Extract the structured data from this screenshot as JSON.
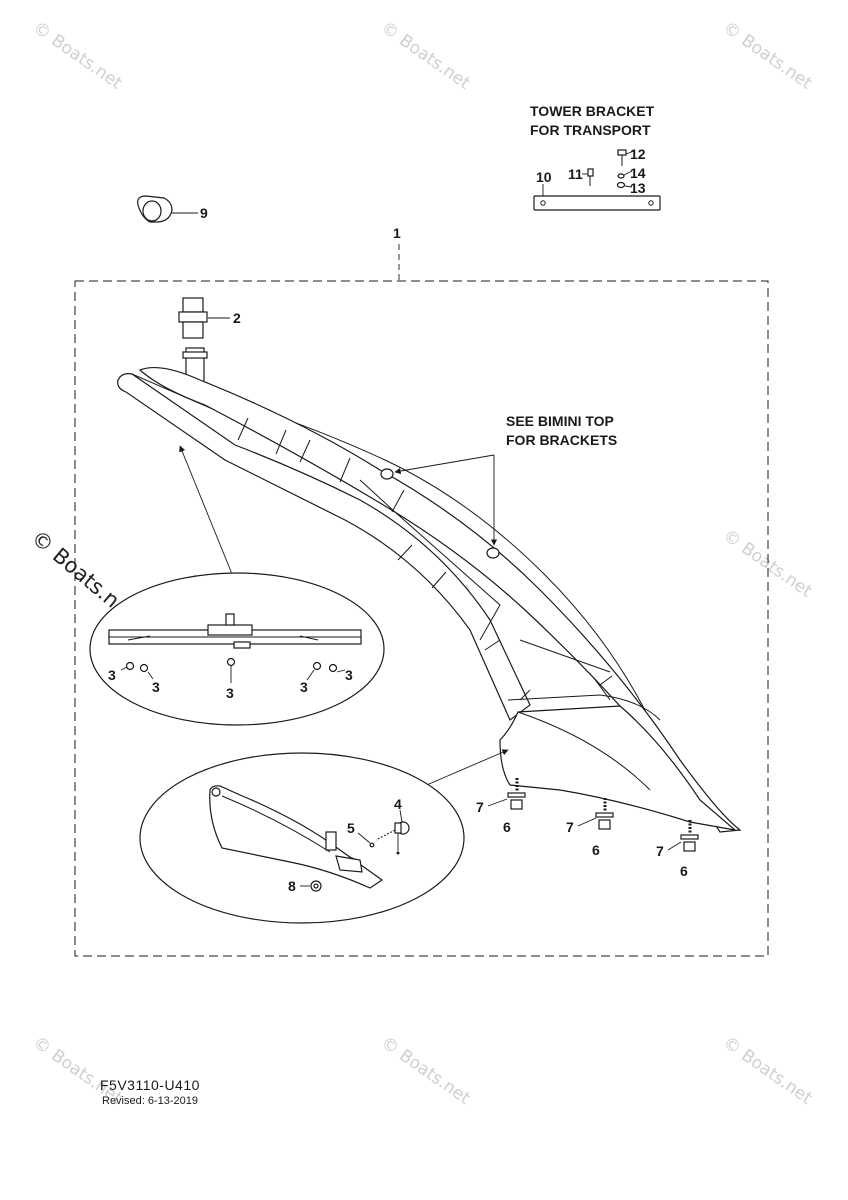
{
  "watermark": {
    "text": "© Boats.net"
  },
  "tower_bracket": {
    "line1": "TOWER BRACKET",
    "line2": "FOR TRANSPORT"
  },
  "bimini_note": {
    "line1": "SEE BIMINI TOP",
    "line2": "FOR BRACKETS"
  },
  "callouts": {
    "c1": "1",
    "c2": "2",
    "c4": "4",
    "c5": "5",
    "c8": "8",
    "c9": "9",
    "c10": "10",
    "c11": "11",
    "c12": "12",
    "c13": "13",
    "c14": "14",
    "c3a": "3",
    "c3b": "3",
    "c3c": "3",
    "c3d": "3",
    "c3e": "3",
    "c6a": "6",
    "c6b": "6",
    "c6c": "6",
    "c7a": "7",
    "c7b": "7",
    "c7c": "7"
  },
  "footer": {
    "part_number": "F5V3110-U410",
    "revised": "Revised: 6-13-2019"
  }
}
